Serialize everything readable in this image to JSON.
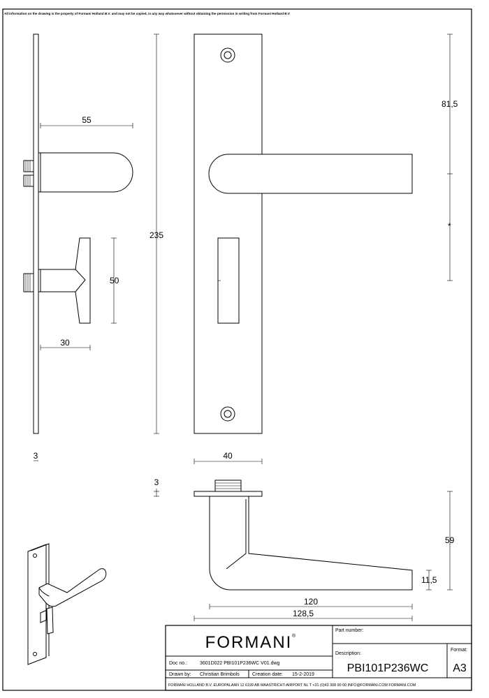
{
  "notice": "All information on the drawing is the property of Formani Holland B.V. and may not be copied, in any way whatsoever without obtaining the permission in writing from Formani Holland B.V",
  "dimensions": {
    "d55": "55",
    "d50": "50",
    "d30": "30",
    "d235": "235",
    "d81_5": "81,5",
    "star": "*",
    "d3_a": "3",
    "d40": "40",
    "d3_b": "3",
    "d59": "59",
    "d11_5": "11,5",
    "d120": "120",
    "d128_5": "128,5"
  },
  "title_block": {
    "brand": "FORMANI",
    "brand_mark": "®",
    "part_number_label": "Part number:",
    "description_label": "Description:",
    "format_label": "Format:",
    "description": "PBI101P236WC",
    "format": "A3",
    "doc_no_label": "Doc no.:",
    "doc_no": "3601D022  PBI101P236WC V01.dwg",
    "drawn_by_label": "Drawn by:",
    "drawn_by": "Christian Brimbols",
    "creation_date_label": "Creation date:",
    "creation_date": "15-2-2019",
    "footer": "FORMANI HOLLAND B.V.  EUROPALAAN 12  6199 AB MAASTRICHT-AIRPORT NL  T +31 (0)43 308 90 00 INFO@FORMANI.COM FORMANI.COM"
  }
}
